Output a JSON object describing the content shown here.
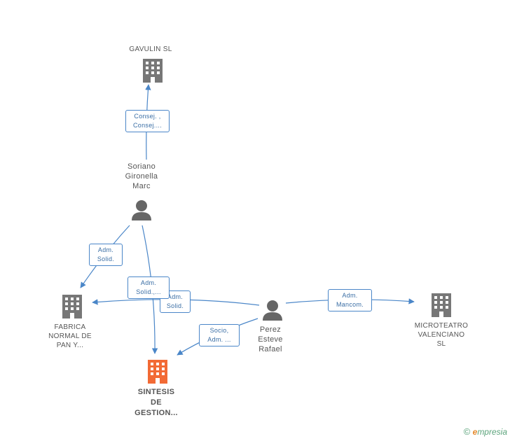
{
  "colors": {
    "edge": "#4a86c8",
    "company_icon": "#777777",
    "focus_icon": "#f26a35",
    "person_icon": "#666666"
  },
  "nodes": {
    "gavulin": {
      "label": "GAVULIN SL",
      "icon": "building-icon"
    },
    "soriano": {
      "label": "Soriano\nGironella\nMarc",
      "icon": "person-icon"
    },
    "fabrica": {
      "label": "FABRICA\nNORMAL DE\nPAN Y...",
      "icon": "building-icon"
    },
    "sintesis": {
      "label": "SINTESIS\nDE\nGESTION...",
      "icon": "building-icon"
    },
    "perez": {
      "label": "Perez\nEsteve\nRafael",
      "icon": "person-icon"
    },
    "microteatro": {
      "label": "MICROTEATRO\nVALENCIANO\nSL",
      "icon": "building-icon"
    }
  },
  "edges": {
    "soriano_gavulin": "Consej. ,\nConsej....",
    "soriano_fabrica": "Adm.\nSolid.",
    "soriano_sintesis": "Adm.\nSolid.,...",
    "perez_fabrica": "Adm.\nSolid.",
    "perez_sintesis": "Socio,\nAdm. ...",
    "perez_microteatro": "Adm.\nMancom."
  },
  "brand": {
    "copyright": "©",
    "name_first": "e",
    "name_rest": "mpresia"
  }
}
